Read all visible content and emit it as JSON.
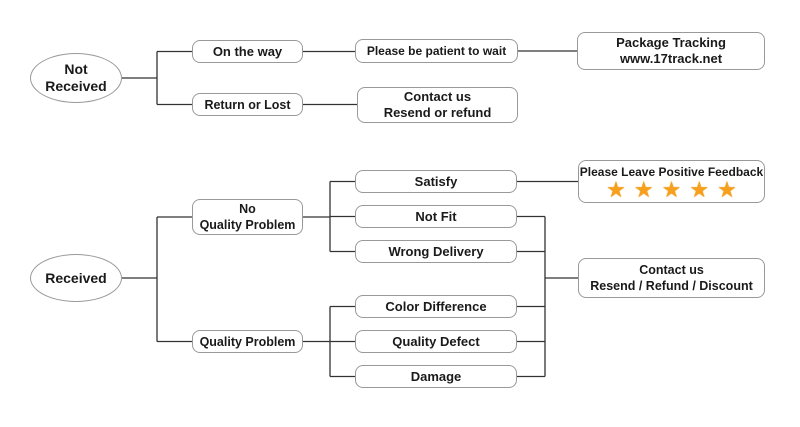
{
  "palette": {
    "background": "#ffffff",
    "box_border": "#999999",
    "connector_line": "#333333",
    "text": "#1a1a1a",
    "star_fill": "#F6A01E",
    "star_outline": "#E08A00"
  },
  "top_flow": {
    "start": {
      "lines": [
        "Not",
        "Received"
      ]
    },
    "on_the_way": {
      "label": "On the way"
    },
    "return_or_lost": {
      "label": "Return or Lost"
    },
    "be_patient": {
      "label": "Please be patient to wait"
    },
    "package_tracking": {
      "lines": [
        "Package Tracking",
        "www.17track.net"
      ]
    },
    "contact_resend_refund": {
      "lines": [
        "Contact us",
        "Resend or refund"
      ]
    }
  },
  "bottom_flow": {
    "start": {
      "label": "Received"
    },
    "no_quality_problem": {
      "lines": [
        "No",
        "Quality Problem"
      ]
    },
    "quality_problem": {
      "label": "Quality Problem"
    },
    "satisfy": {
      "label": "Satisfy"
    },
    "not_fit": {
      "label": "Not Fit"
    },
    "wrong_delivery": {
      "label": "Wrong Delivery"
    },
    "color_difference": {
      "label": "Color Difference"
    },
    "quality_defect": {
      "label": "Quality Defect"
    },
    "damage": {
      "label": "Damage"
    },
    "feedback": {
      "label": "Please Leave Positive Feedback",
      "stars": 5,
      "star_glyph": "★"
    },
    "contact_resend_refund_discount": {
      "lines": [
        "Contact us",
        "Resend / Refund / Discount"
      ]
    }
  }
}
